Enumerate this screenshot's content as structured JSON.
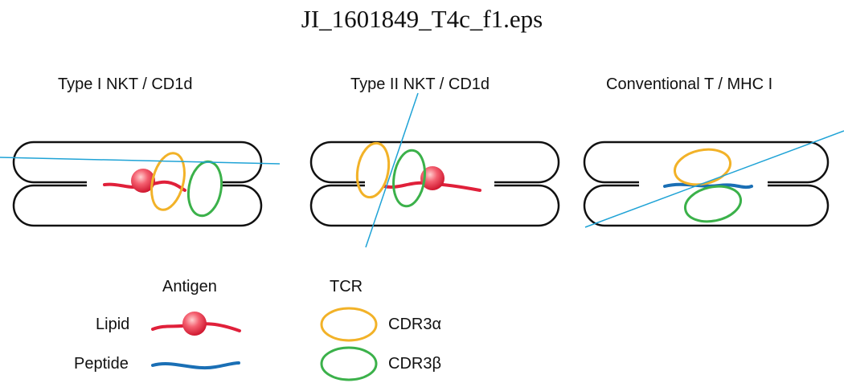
{
  "title": "JI_1601849_T4c_f1.eps",
  "panels": [
    {
      "label": "Type I NKT / CD1d"
    },
    {
      "label": "Type II NKT / CD1d"
    },
    {
      "label": "Conventional T / MHC I"
    }
  ],
  "legend": {
    "antigen_header": "Antigen",
    "tcr_header": "TCR",
    "lipid_label": "Lipid",
    "peptide_label": "Peptide",
    "cdr3a_label": "CDR3α",
    "cdr3b_label": "CDR3β"
  },
  "colors": {
    "outline": "#111111",
    "lipid": "#e0203a",
    "lipid_head": "#f05060",
    "peptide": "#1a6fb5",
    "cdr3a": "#f2b228",
    "cdr3b": "#3bb14a",
    "axis_line": "#1fa3d6"
  }
}
